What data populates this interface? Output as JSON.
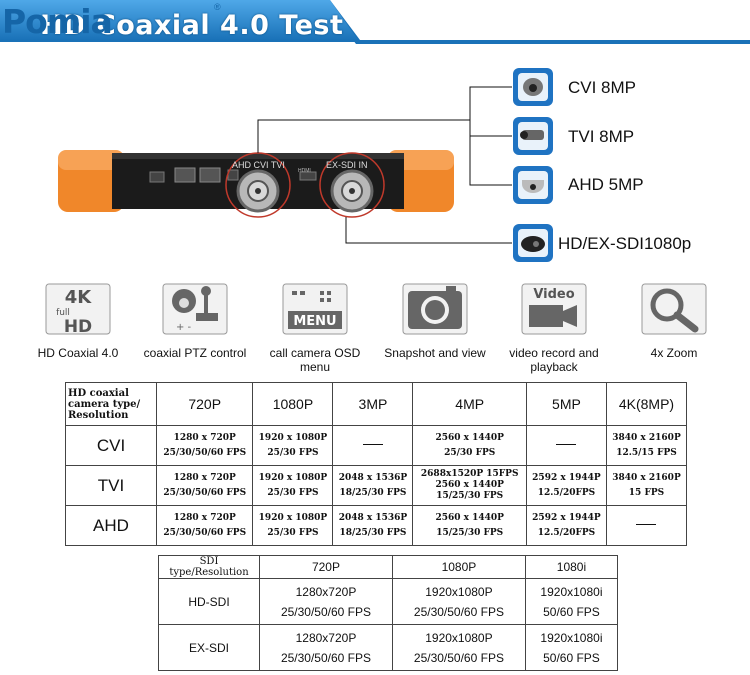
{
  "header": {
    "brand": "Pomia",
    "brand_mark": "®",
    "title": "HD Coaxial 4.0 Test",
    "colors": {
      "banner": "#2a8ad0",
      "brand": "#1565a7"
    }
  },
  "device": {
    "port_labels": {
      "left": "AHD CVI TVI",
      "right": "EX-SDI IN"
    },
    "small_labels": {
      "hdmi": "HDMI"
    },
    "specs": [
      {
        "label": "CVI 8MP",
        "icon": "dome-camera-icon"
      },
      {
        "label": "TVI 8MP",
        "icon": "bullet-camera-icon"
      },
      {
        "label": "AHD 5MP",
        "icon": "dome-camera-white-icon"
      },
      {
        "label": "HD/EX-SDI1080p",
        "icon": "speed-dome-camera-icon"
      }
    ]
  },
  "features": [
    {
      "caption": "HD Coaxial 4.0",
      "icon": "4k-full-hd-icon",
      "icon_text": [
        "4K",
        "full",
        "HD"
      ]
    },
    {
      "caption": "coaxial PTZ control",
      "icon": "ptz-joystick-icon",
      "icon_text": []
    },
    {
      "caption": "call camera OSD menu",
      "icon": "osd-menu-icon",
      "icon_text": [
        "MENU"
      ]
    },
    {
      "caption": "Snapshot and view",
      "icon": "camera-snapshot-icon",
      "icon_text": []
    },
    {
      "caption": "video record and playback",
      "icon": "video-record-icon",
      "icon_text": [
        "Video"
      ]
    },
    {
      "caption": "4x Zoom",
      "icon": "magnifier-icon",
      "icon_text": []
    }
  ],
  "resolution_table": {
    "corner": "HD coaxial camera type/ Resolution",
    "columns": [
      "720P",
      "1080P",
      "3MP",
      "4MP",
      "5MP",
      "4K(8MP)"
    ],
    "rows": [
      {
        "name": "CVI",
        "cells": [
          [
            "1280 x 720P",
            "25/30/50/60 FPS"
          ],
          [
            "1920 x 1080P",
            "25/30 FPS"
          ],
          null,
          [
            "2560 x 1440P",
            "25/30 FPS"
          ],
          null,
          [
            "3840 x 2160P",
            "12.5/15 FPS"
          ]
        ]
      },
      {
        "name": "TVI",
        "cells": [
          [
            "1280 x 720P",
            "25/30/50/60 FPS"
          ],
          [
            "1920 x 1080P",
            "25/30 FPS"
          ],
          [
            "2048 x 1536P",
            "18/25/30 FPS"
          ],
          [
            "2688x1520P 15FPS",
            "2560 x 1440P",
            "15/25/30 FPS"
          ],
          [
            "2592 x 1944P",
            "12.5/20FPS"
          ],
          [
            "3840 x 2160P",
            "15 FPS"
          ]
        ]
      },
      {
        "name": "AHD",
        "cells": [
          [
            "1280 x 720P",
            "25/30/50/60 FPS"
          ],
          [
            "1920 x 1080P",
            "25/30 FPS"
          ],
          [
            "2048 x 1536P",
            "18/25/30 FPS"
          ],
          [
            "2560 x 1440P",
            "15/25/30 FPS"
          ],
          [
            "2592 x 1944P",
            "12.5/20FPS"
          ],
          null
        ]
      }
    ]
  },
  "sdi_table": {
    "corner": "SDI type/Resolution",
    "columns": [
      "720P",
      "1080P",
      "1080i"
    ],
    "rows": [
      {
        "name": "HD-SDI",
        "cells": [
          [
            "1280x720P",
            "25/30/50/60 FPS"
          ],
          [
            "1920x1080P",
            "25/30/50/60 FPS"
          ],
          [
            "1920x1080i",
            "50/60 FPS"
          ]
        ]
      },
      {
        "name": "EX-SDI",
        "cells": [
          [
            "1280x720P",
            "25/30/50/60 FPS"
          ],
          [
            "1920x1080P",
            "25/30/50/60 FPS"
          ],
          [
            "1920x1080i",
            "50/60 FPS"
          ]
        ]
      }
    ]
  }
}
